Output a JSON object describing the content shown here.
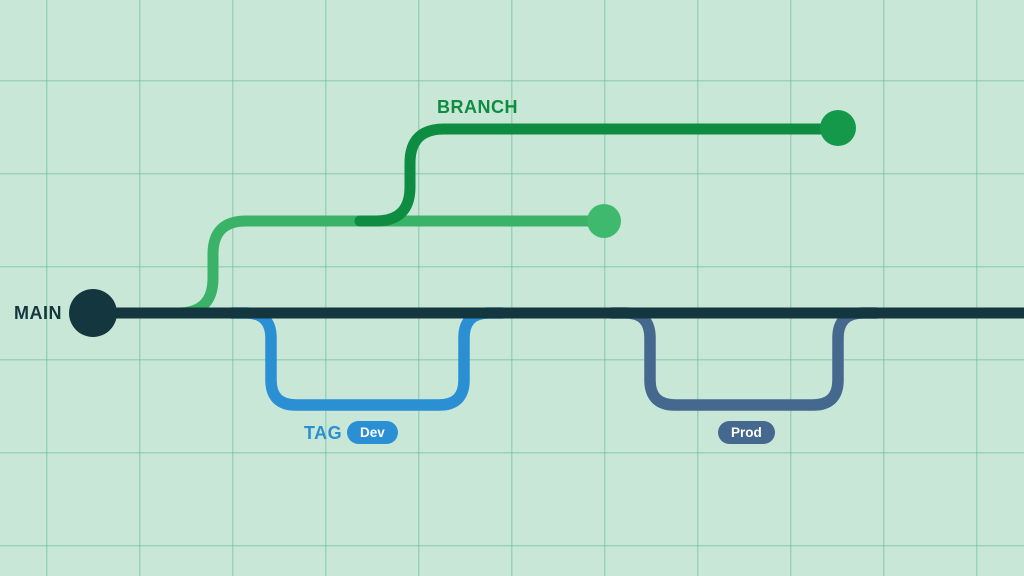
{
  "diagram": {
    "labels": {
      "main": "MAIN",
      "branch": "BRANCH",
      "tag": "TAG"
    },
    "badges": {
      "dev": "Dev",
      "prod": "Prod"
    },
    "colors": {
      "background": "#c9e7d6",
      "grid": "#9ed5bb",
      "main_line": "#13363f",
      "branch_dark": "#0e8c42",
      "branch_dark_node": "#14984a",
      "branch_light": "#3ab268",
      "branch_light_node": "#3eb96e",
      "tag_blue": "#2b8fd3",
      "tag_slate": "#45688e",
      "badge_text": "#ffffff"
    }
  }
}
